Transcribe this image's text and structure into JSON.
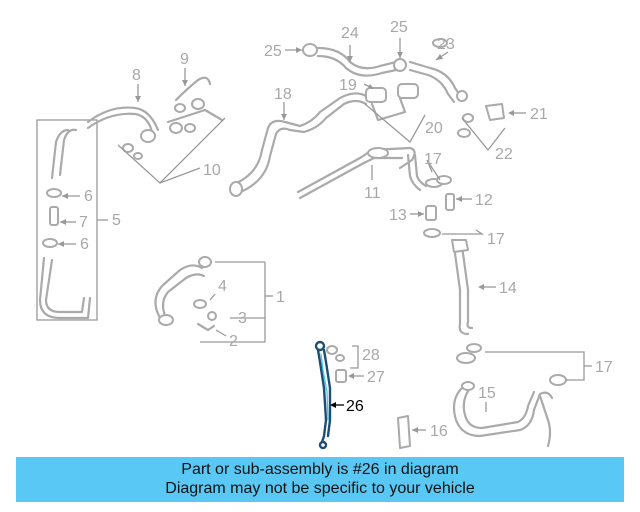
{
  "diagram": {
    "callouts": {
      "c1": "1",
      "c2": "2",
      "c3": "3",
      "c4": "4",
      "c5": "5",
      "c6a": "6",
      "c6b": "6",
      "c7": "7",
      "c8": "8",
      "c9": "9",
      "c10": "10",
      "c11": "11",
      "c12": "12",
      "c13": "13",
      "c14": "14",
      "c15": "15",
      "c16": "16",
      "c17a": "17",
      "c17b": "17",
      "c17c": "17",
      "c18": "18",
      "c19": "19",
      "c20": "20",
      "c21": "21",
      "c22": "22",
      "c23": "23",
      "c24": "24",
      "c25a": "25",
      "c25b": "25",
      "c26": "26",
      "c27": "27",
      "c28": "28"
    },
    "highlighted_part": "26",
    "highlight_color": "#1d4e74",
    "parts_color": "#aaaaaa"
  },
  "banner": {
    "line1": "Part or sub-assembly is #26 in diagram",
    "line2": "Diagram may not be specific to your vehicle",
    "background": "#5ac8f4"
  }
}
